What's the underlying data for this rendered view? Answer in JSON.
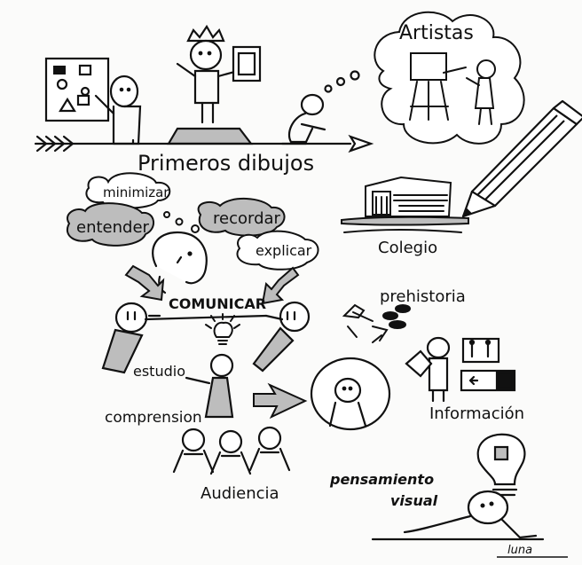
{
  "labels": {
    "artistas": "Artistas",
    "primeros_dibujos": "Primeros dibujos",
    "minimizar": "minimizar",
    "entender": "entender",
    "recordar": "recordar",
    "explicar": "explicar",
    "colegio": "Colegio",
    "comunicar": "COMUNICAR",
    "prehistoria": "prehistoria",
    "estudio": "estudio",
    "comprension": "comprension",
    "informacion": "Información",
    "audiencia": "Audiencia",
    "pensamiento": "pensamiento",
    "visual": "visual",
    "signature": "luna"
  },
  "colors": {
    "ink": "#111111",
    "grey": "#b9b9b9",
    "paper": "#fbfbfa"
  }
}
